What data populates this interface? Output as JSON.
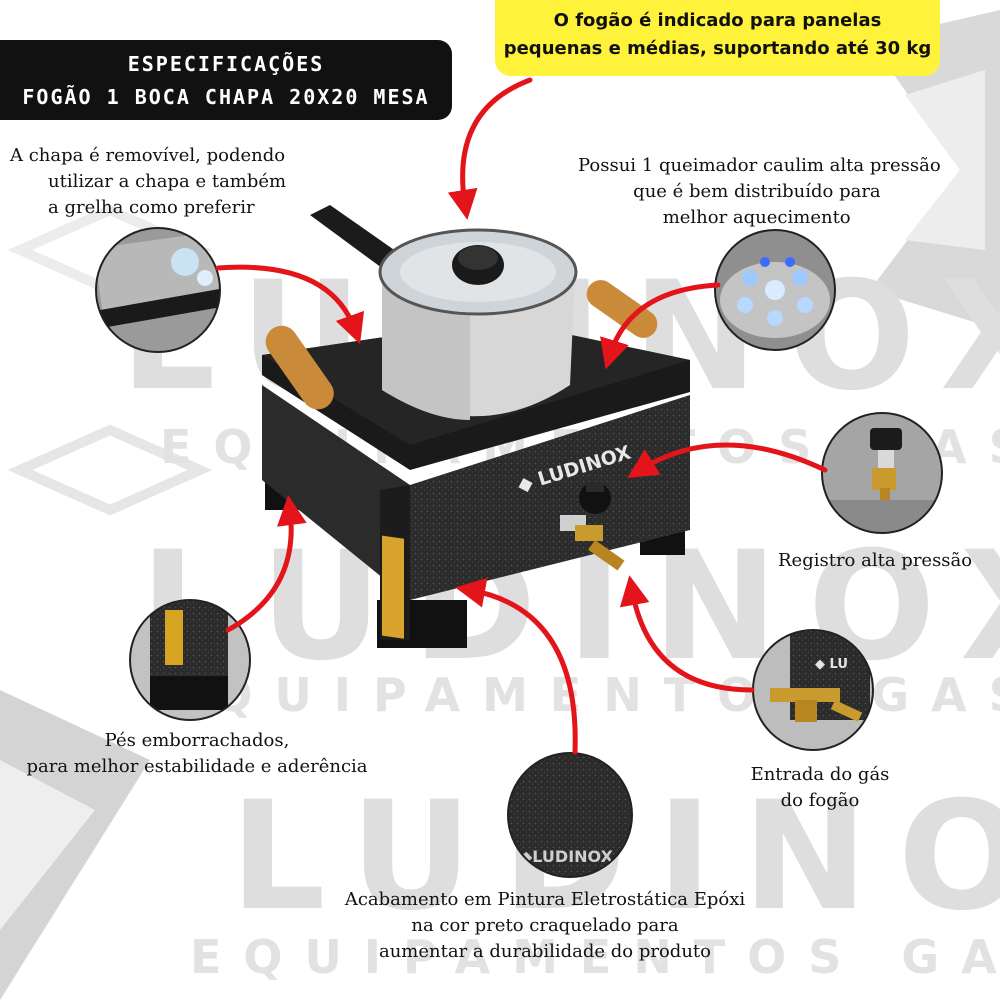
{
  "header": {
    "spec_line1": "ESPECIFICAÇÕES",
    "spec_line2": "FOGÃO 1 BOCA CHAPA 20X20 MESA"
  },
  "callout_top": {
    "line1": "O fogão é indicado para panelas",
    "line2": "pequenas e médias, suportando até 30 kg"
  },
  "features": {
    "chapa": [
      "A chapa é removível, podendo",
      "utilizar a chapa e também",
      "a grelha como preferir"
    ],
    "queimador": [
      "Possui 1 queimador caulim alta pressão",
      "que é bem distribuído para",
      "melhor aquecimento"
    ],
    "registro": [
      "Registro alta pressão"
    ],
    "pes": [
      "Pés emborrachados,",
      "para melhor estabilidade e aderência"
    ],
    "entrada": [
      "Entrada do gás",
      "do fogão"
    ],
    "acabamento": [
      "Acabamento em Pintura Eletrostática Epóxi",
      "na cor preto craquelado para",
      "aumentar a durabilidade do produto"
    ]
  },
  "brand": {
    "logo_text": "LUDINOX",
    "watermark": "LUDINOX",
    "watermark_sub": "EQUIPAMENTOS GASTRONÔMICOS"
  },
  "colors": {
    "arrow": "#e4141b",
    "highlight": "#fff23a",
    "stove_body": "#2a2a2a",
    "wood": "#c98a3a"
  }
}
